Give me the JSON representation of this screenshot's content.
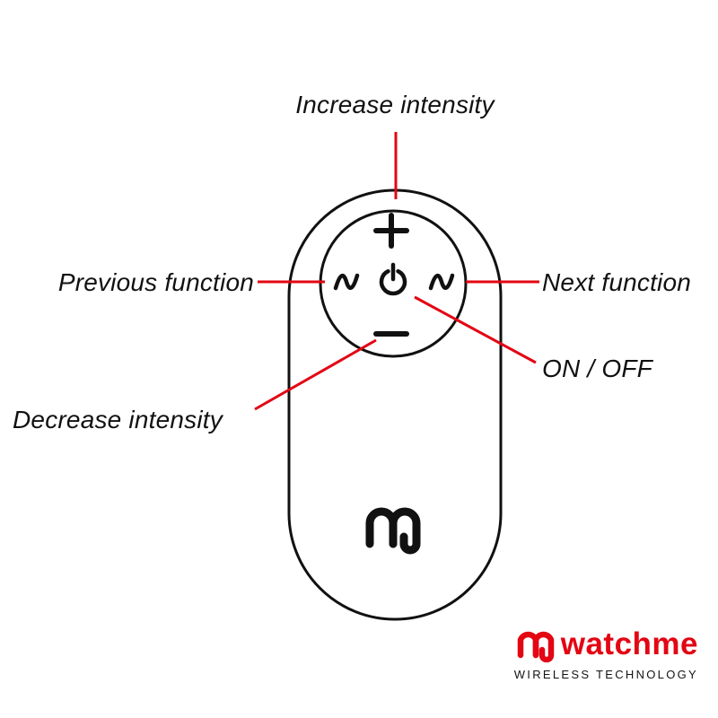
{
  "labels": {
    "increase": "Increase intensity",
    "previous": "Previous function",
    "next": "Next function",
    "onoff": "ON / OFF",
    "decrease": "Decrease intensity"
  },
  "device": {
    "buttons": [
      {
        "icon": "plus-icon",
        "meaning": "Increase intensity"
      },
      {
        "icon": "minus-icon",
        "meaning": "Decrease intensity"
      },
      {
        "icon": "power-icon",
        "meaning": "ON / OFF"
      },
      {
        "icon": "wave-left-icon",
        "meaning": "Previous function"
      },
      {
        "icon": "wave-right-icon",
        "meaning": "Next function"
      }
    ]
  },
  "brand": {
    "name": "watchme",
    "tagline": "WIRELESS TECHNOLOGY"
  },
  "colors": {
    "accent_red": "#e30613",
    "outline_black": "#111111"
  }
}
